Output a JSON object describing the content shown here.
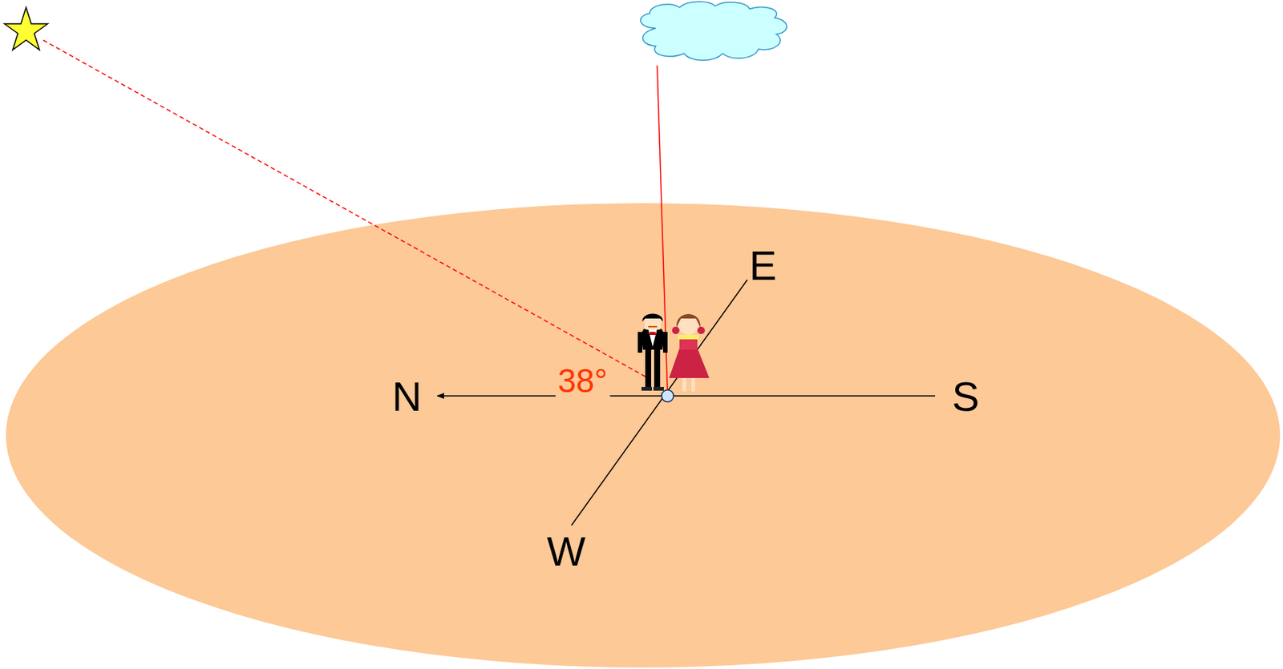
{
  "diagram": {
    "labels": [
      "E",
      "N",
      "38°",
      "S",
      "W"
    ]
  }
}
